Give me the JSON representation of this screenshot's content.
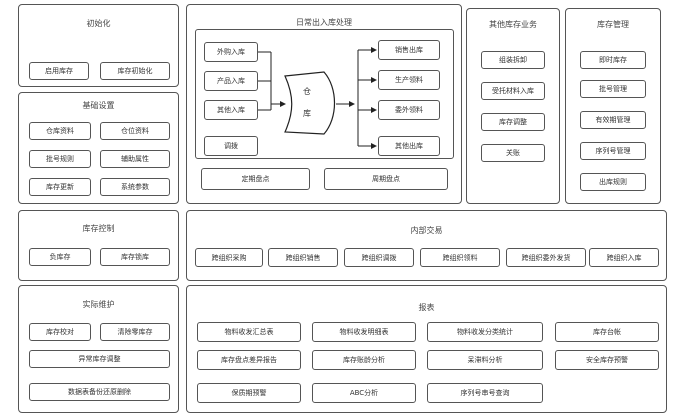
{
  "init": {
    "title": "初始化",
    "buttons": [
      "启用库存",
      "库存初始化"
    ]
  },
  "basic": {
    "title": "基础设置",
    "buttons": [
      "仓库资料",
      "仓位资料",
      "批号规则",
      "辅助属性",
      "库存更新",
      "系统参数"
    ]
  },
  "control": {
    "title": "库存控制",
    "buttons": [
      "负库存",
      "库存锁库"
    ]
  },
  "maintain": {
    "title": "实际维护",
    "buttons": [
      "库存校对",
      "清除零库存",
      "异常库存调整",
      "数据表备份还原删除"
    ]
  },
  "daily": {
    "title": "日常出入库处理",
    "inputs": [
      "外购入库",
      "产品入库",
      "其他入库",
      "调拨"
    ],
    "warehouse": [
      "仓",
      "库"
    ],
    "outputs": [
      "销售出库",
      "生产领料",
      "委外领料",
      "其他出库"
    ],
    "counts": [
      "定期盘点",
      "周期盘点"
    ]
  },
  "other": {
    "title": "其他库存业务",
    "buttons": [
      "组装拆卸",
      "受托材料入库",
      "库存调整",
      "关账"
    ]
  },
  "mgmt": {
    "title": "库存管理",
    "buttons": [
      "即时库存",
      "批号管理",
      "有效期管理",
      "序列号管理",
      "出库规则"
    ]
  },
  "internal": {
    "title": "内部交易",
    "buttons": [
      "跨组织采购",
      "跨组织销售",
      "跨组织调拨",
      "跨组织领料",
      "跨组织委外发货",
      "跨组织入库"
    ]
  },
  "reports": {
    "title": "报表",
    "rows": [
      [
        "物料收发汇总表",
        "物料收发明细表",
        "物料收发分类统计",
        "库存台帐"
      ],
      [
        "库存盘点差异报告",
        "库存账龄分析",
        "呆滞料分析",
        "安全库存预警"
      ],
      [
        "保质期预警",
        "ABC分析",
        "序列号串号查询"
      ]
    ]
  }
}
